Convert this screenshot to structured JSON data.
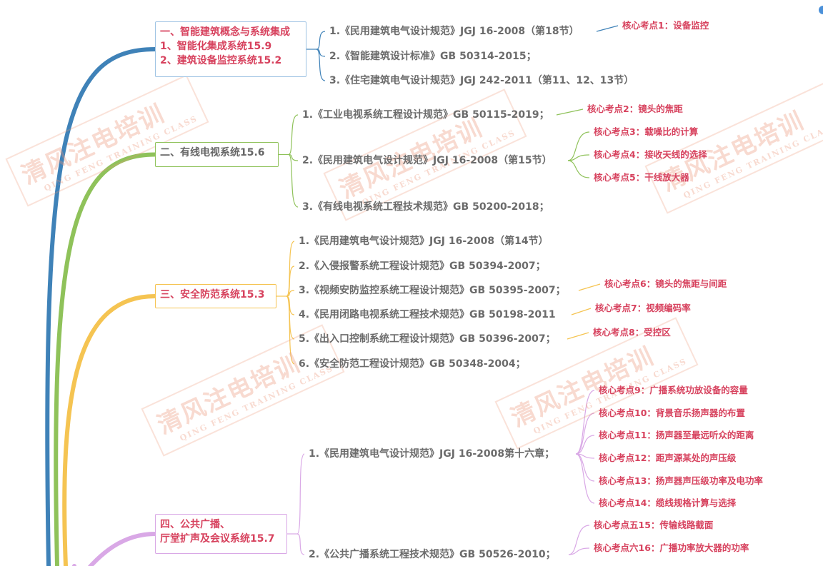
{
  "watermark": {
    "title": "清风注电培训",
    "subtitle": "QING FENG TRAINING CLASS"
  },
  "colors": {
    "branch1": "#3f82b8",
    "branch2": "#8fc25a",
    "branch3": "#f5c452",
    "branch4": "#d9a8e6",
    "keypoint": "#d7425e",
    "ref": "#6b6b6b"
  },
  "topics": [
    {
      "lines": [
        "一、智能建筑概念与系统集成",
        "1、智能化集成系统15.9",
        "2、建筑设备监控系统15.2"
      ],
      "refs": [
        {
          "text": "1.《民用建筑电气设计规范》JGJ 16-2008（第18节）",
          "keypoints": [
            "核心考点1：设备监控"
          ]
        },
        {
          "text": "2.《智能建筑设计标准》GB 50314-2015；",
          "keypoints": []
        },
        {
          "text": "3.《住宅建筑电气设计规范》JGJ 242-2011（第11、12、13节）",
          "keypoints": []
        }
      ]
    },
    {
      "lines": [
        "二、有线电视系统15.6"
      ],
      "refs": [
        {
          "text": "1.《工业电视系统工程设计规范》GB 50115-2019；",
          "keypoints": [
            "核心考点2：镜头的焦距"
          ]
        },
        {
          "text": "2.《民用建筑电气设计规范》JGJ 16-2008（第15节）",
          "keypoints": [
            "核心考点3：载噪比的计算",
            "核心考点4：接收天线的选择",
            "核心考点5：干线放大器"
          ]
        },
        {
          "text": "3.《有线电视系统工程技术规范》GB 50200-2018；",
          "keypoints": []
        }
      ]
    },
    {
      "lines": [
        "三、安全防范系统15.3"
      ],
      "refs": [
        {
          "text": "1.《民用建筑电气设计规范》JGJ 16-2008（第14节）",
          "keypoints": []
        },
        {
          "text": "2.《入侵报警系统工程设计规范》GB 50394-2007；",
          "keypoints": []
        },
        {
          "text": "3.《视频安防监控系统工程设计规范》GB 50395-2007；",
          "keypoints": [
            "核心考点6：镜头的焦距与间距"
          ]
        },
        {
          "text": "4.《民用闭路电视系统工程技术规范》GB 50198-2011",
          "keypoints": [
            "核心考点7：视频编码率"
          ]
        },
        {
          "text": "5.《出入口控制系统工程设计规范》GB 50396-2007；",
          "keypoints": [
            "核心考点8：受控区"
          ]
        },
        {
          "text": "6.《安全防范工程设计规范》GB 50348-2004；",
          "keypoints": []
        }
      ]
    },
    {
      "lines": [
        "四、公共广播、",
        "厅堂扩声及会议系统15.7"
      ],
      "refs": [
        {
          "text": "1.《民用建筑电气设计规范》JGJ 16-2008第十六章；",
          "keypoints": [
            "核心考点9：广播系统功放设备的容量",
            "核心考点10：背景音乐扬声器的布置",
            "核心考点11：扬声器至最远听众的距离",
            "核心考点12：距声源某处的声压级",
            "核心考点13：扬声器声压级功率及电功率",
            "核心考点14：缆线规格计算与选择"
          ]
        },
        {
          "text": "2.《公共广播系统工程技术规范》GB 50526-2010；",
          "keypoints": [
            "核心考点五15：传输线路截面",
            "核心考点六16：广播功率放大器的功率"
          ]
        }
      ]
    }
  ]
}
